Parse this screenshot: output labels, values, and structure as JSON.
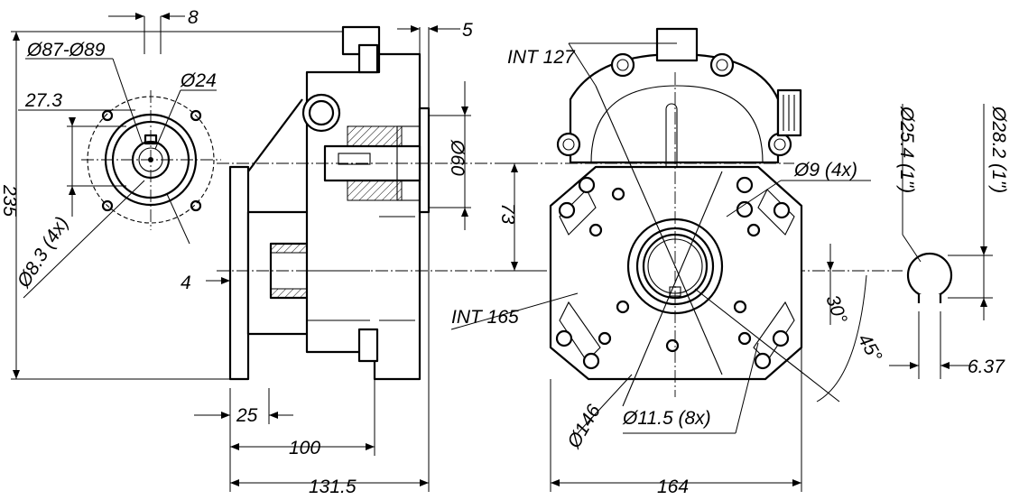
{
  "dimensions": {
    "d87_89": "Ø87-Ø89",
    "d24": "Ø24",
    "w27_3": "27.3",
    "h235": "235",
    "d8_3": "Ø8.3 (4x)",
    "w8": "8",
    "w5": "5",
    "d60": "Ø60",
    "w4": "4",
    "w25": "25",
    "w100": "100",
    "w131_5": "131.5",
    "int127": "INT 127",
    "int165": "INT 165",
    "h73": "73",
    "d9": "Ø9 (4x)",
    "d146": "Ø146",
    "d11_5": "Ø11.5 (8x)",
    "w164": "164",
    "a30": "30°",
    "a45": "45°",
    "d25_4": "Ø25.4 (1\")",
    "d28_2": "Ø28.2 (1\")",
    "w6_37": "6.37"
  }
}
